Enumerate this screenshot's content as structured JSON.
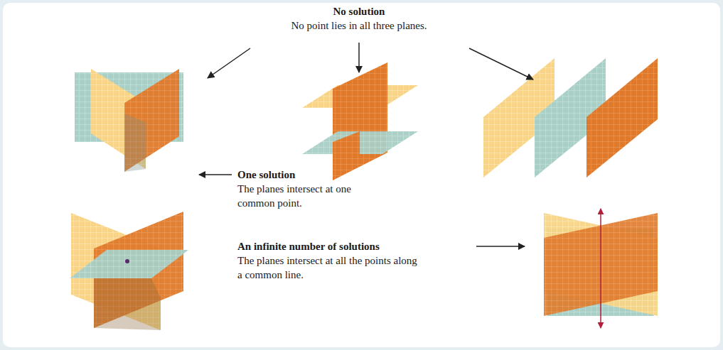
{
  "diagram": {
    "labels": [
      "No solution",
      "No point lies in all three planes.",
      "One solution",
      "The planes intersect at one common point.",
      "An infinite number of solutions",
      "The planes intersect at all the points along a common line."
    ]
  }
}
